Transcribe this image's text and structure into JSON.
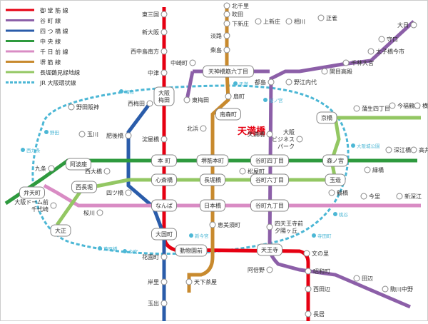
{
  "legend": [
    {
      "label": "御 堂 筋 線",
      "color": "#e60012"
    },
    {
      "label": "谷 町 線",
      "color": "#8c5fa8"
    },
    {
      "label": "四 つ 橋 線",
      "color": "#2a5caa"
    },
    {
      "label": "中 央 線",
      "color": "#2e9a3e"
    },
    {
      "label": "千 日 前 線",
      "color": "#d98cc4"
    },
    {
      "label": "堺 筋 線",
      "color": "#c88a2e"
    },
    {
      "label": "長堀鶴見緑地線",
      "color": "#93c763"
    },
    {
      "label": "JR 大阪環状線",
      "color": "#4cb7d5"
    }
  ],
  "highlight": {
    "station": "天満橋",
    "color": "#e60012"
  },
  "stations": [
    {
      "id": "higashi-mikuni",
      "label": "東三国"
    },
    {
      "id": "shin-osaka",
      "label": "新大阪"
    },
    {
      "id": "nishinakajima",
      "label": "西中島南方"
    },
    {
      "id": "nakatsu",
      "label": "中津"
    },
    {
      "id": "umeda",
      "label": "大阪\n梅田"
    },
    {
      "id": "yodoyabashi",
      "label": "淀屋橋"
    },
    {
      "id": "honmachi",
      "label": "本 町"
    },
    {
      "id": "shinsaibashi",
      "label": "心斎橋"
    },
    {
      "id": "namba",
      "label": "なんば"
    },
    {
      "id": "daikokucho",
      "label": "大国町"
    },
    {
      "id": "dobutsuen",
      "label": "動物園前"
    },
    {
      "id": "tennoji",
      "label": "天王寺"
    },
    {
      "id": "showacho",
      "label": "昭和町"
    },
    {
      "id": "nishitanabe",
      "label": "西田辺"
    },
    {
      "id": "nagai",
      "label": "長居"
    },
    {
      "id": "dainichi",
      "label": "大日"
    },
    {
      "id": "moriguchi",
      "label": "守口"
    },
    {
      "id": "taishibashi",
      "label": "太子橋今市"
    },
    {
      "id": "sembayashi",
      "label": "千林大宮"
    },
    {
      "id": "sekime",
      "label": "関目高殿"
    },
    {
      "id": "noe",
      "label": "野江内代"
    },
    {
      "id": "miyakojima",
      "label": "都島"
    },
    {
      "id": "tenroku",
      "label": "天神橋筋六丁目"
    },
    {
      "id": "nakazakicho",
      "label": "中崎町"
    },
    {
      "id": "higashiumeda",
      "label": "東梅田"
    },
    {
      "id": "minamimorimachi",
      "label": "南森町"
    },
    {
      "id": "temmabashi",
      "label": "天満橋"
    },
    {
      "id": "tanimachi4",
      "label": "谷町四丁目"
    },
    {
      "id": "tanimachi6",
      "label": "谷町六丁目"
    },
    {
      "id": "tanimachi9",
      "label": "谷町九丁目"
    },
    {
      "id": "shitennoji",
      "label": "四天王寺前\n夕陽ヶ丘"
    },
    {
      "id": "abeno",
      "label": "阿倍野"
    },
    {
      "id": "fuminosato",
      "label": "文の里"
    },
    {
      "id": "tanabe",
      "label": "田辺"
    },
    {
      "id": "komagawa",
      "label": "駒川中野"
    },
    {
      "id": "nishiumeda",
      "label": "西梅田"
    },
    {
      "id": "higobashi",
      "label": "肥後橋"
    },
    {
      "id": "hommachi-y",
      "label": "四ツ橋"
    },
    {
      "id": "hanazono",
      "label": "花園町"
    },
    {
      "id": "kishinosato",
      "label": "岸里"
    },
    {
      "id": "tamade",
      "label": "玉出"
    },
    {
      "id": "awaza",
      "label": "阿波座"
    },
    {
      "id": "kujo",
      "label": "九条"
    },
    {
      "id": "bentencho",
      "label": "弁天町"
    },
    {
      "id": "sakaisuji-honmachi",
      "label": "堺筋本町"
    },
    {
      "id": "morinomiya",
      "label": "森ノ宮"
    },
    {
      "id": "midoribashi",
      "label": "緑橋"
    },
    {
      "id": "fukaebashi",
      "label": "深江橋"
    },
    {
      "id": "takaida",
      "label": "高井田"
    },
    {
      "id": "nishinagahori",
      "label": "西長堀"
    },
    {
      "id": "nagahoribashi",
      "label": "長堀橋"
    },
    {
      "id": "matsuyamachi",
      "label": "松屋町"
    },
    {
      "id": "tamatsukuri",
      "label": "玉造"
    },
    {
      "id": "kyobashi",
      "label": "京橋"
    },
    {
      "id": "osaka-business-park",
      "label": "大阪\nビジネス\nパーク"
    },
    {
      "id": "gamo",
      "label": "蒲生四丁目"
    },
    {
      "id": "imafuku",
      "label": "今福鶴見"
    },
    {
      "id": "yokozutsumi",
      "label": "横堤"
    },
    {
      "id": "dome",
      "label": "大阪ドーム前\n千代崎"
    },
    {
      "id": "sakuragawa",
      "label": "桜川"
    },
    {
      "id": "nipponbashi",
      "label": "日本橋"
    },
    {
      "id": "tsuruhashi",
      "label": "鶴橋"
    },
    {
      "id": "imazato",
      "label": "今里"
    },
    {
      "id": "shinfukae",
      "label": "新深江"
    },
    {
      "id": "nishinagahori2",
      "label": "西大橋"
    },
    {
      "id": "noda-hanshin",
      "label": "野田阪神"
    },
    {
      "id": "tamagawa",
      "label": "玉川"
    },
    {
      "id": "nishikujo-jr",
      "label": "大正"
    },
    {
      "id": "tenjinbashi",
      "label": "天神橋筋六丁目"
    },
    {
      "id": "ebisucho",
      "label": "恵美須町"
    },
    {
      "id": "tengachaya",
      "label": "天下茶屋"
    },
    {
      "id": "kitahama",
      "label": "北浜"
    },
    {
      "id": "ogimachi",
      "label": "扇町"
    },
    {
      "id": "ikutama",
      "label": "柴島"
    },
    {
      "id": "awajicho",
      "label": "淡路"
    },
    {
      "id": "shimoshinjo",
      "label": "下新庄"
    },
    {
      "id": "kamishinjo",
      "label": "上新庄"
    },
    {
      "id": "aikawa",
      "label": "相川"
    },
    {
      "id": "shojaku",
      "label": "正雀"
    },
    {
      "id": "suita",
      "label": "吹田"
    },
    {
      "id": "kita-senri",
      "label": "北千里"
    }
  ],
  "jr_labels": [
    {
      "id": "jr-fukushima",
      "label": "福島"
    },
    {
      "id": "jr-noda",
      "label": "野田"
    },
    {
      "id": "jr-nishikujo",
      "label": "西九条"
    },
    {
      "id": "jr-ashiharabashi",
      "label": "芦原橋"
    },
    {
      "id": "jr-imamiya",
      "label": "今宮"
    },
    {
      "id": "jr-shinimamiya",
      "label": "新今宮"
    },
    {
      "id": "jr-teradacho",
      "label": "寺田町"
    },
    {
      "id": "jr-momodani",
      "label": "桃谷"
    },
    {
      "id": "jr-osakajokoen",
      "label": "大阪城公園"
    },
    {
      "id": "jr-sakuranomiya",
      "label": "桜ノ宮"
    },
    {
      "id": "jr-temma",
      "label": "天満"
    }
  ]
}
